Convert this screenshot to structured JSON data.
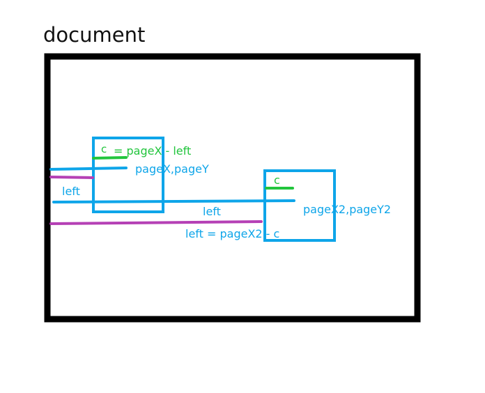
{
  "diagram": {
    "title": "document",
    "labels": {
      "c_formula_c": "c",
      "c_formula_rest": "= pageX - left",
      "page_xy": "pageX,pageY",
      "left_1": "left",
      "left_2": "left",
      "left_formula": "left = pageX2 - c",
      "c_2": "c",
      "page_xy2": "pageX2,pageY2"
    },
    "colors": {
      "frame": "#000000",
      "box": "#0ea5e9",
      "green": "#22c53d",
      "purple": "#b540b5",
      "blue_text": "#0ea5e9",
      "green_text": "#22c53d",
      "title_text": "#111111"
    }
  }
}
